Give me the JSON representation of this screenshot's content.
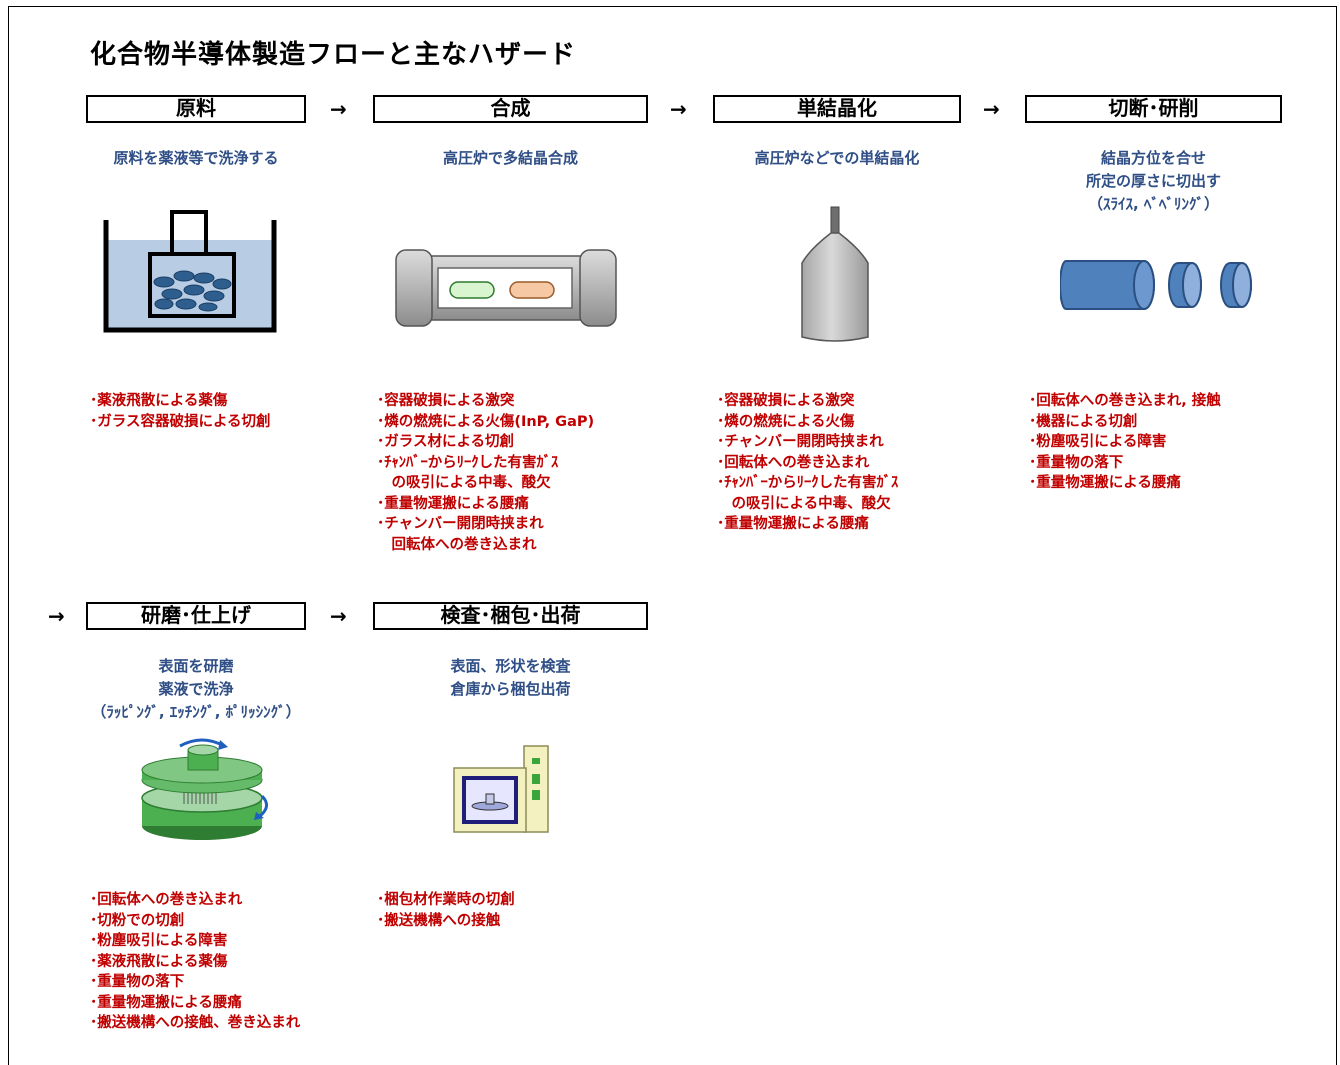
{
  "title": "化合物半導体製造フローと主なハザード",
  "arrow_glyph": "→",
  "stages": [
    {
      "name": "原料",
      "description": [
        "原料を薬液等で洗浄する"
      ],
      "hazards": [
        "･薬液飛散による薬傷",
        "･ガラス容器破損による切創"
      ]
    },
    {
      "name": "合成",
      "description": [
        "高圧炉で多結晶合成"
      ],
      "hazards": [
        "･容器破損による激突",
        "･燐の燃焼による火傷(InP, GaP)",
        "･ガラス材による切創",
        "･ﾁｬﾝﾊﾞｰからﾘｰｸした有害ｶﾞｽ",
        "　の吸引による中毒、酸欠",
        "･重量物運搬による腰痛",
        "･チャンバー開閉時挟まれ",
        "　回転体への巻き込まれ"
      ]
    },
    {
      "name": "単結晶化",
      "description": [
        "高圧炉などでの単結晶化"
      ],
      "hazards": [
        "･容器破損による激突",
        "･燐の燃焼による火傷",
        "･チャンバー開閉時挟まれ",
        "･回転体への巻き込まれ",
        "･ﾁｬﾝﾊﾞｰからﾘｰｸした有害ｶﾞｽ",
        "　の吸引による中毒、酸欠",
        "･重量物運搬による腰痛"
      ]
    },
    {
      "name": "切断･研削",
      "description": [
        "結晶方位を合せ",
        "所定の厚さに切出す",
        "（ｽﾗｲｽ, ﾍﾞﾍﾞﾘﾝｸﾞ）"
      ],
      "hazards": [
        "･回転体への巻き込まれ, 接触",
        "･機器による切創",
        "･粉塵吸引による障害",
        "･重量物の落下",
        "･重量物運搬による腰痛"
      ]
    },
    {
      "name": "研磨･仕上げ",
      "description": [
        "表面を研磨",
        "薬液で洗浄",
        "（ﾗｯﾋﾟﾝｸﾞ, ｴｯﾁﾝｸﾞ, ﾎﾟﾘｯｼﾝｸﾞ）"
      ],
      "hazards": [
        "･回転体への巻き込まれ",
        "･切粉での切創",
        "･粉塵吸引による障害",
        "･薬液飛散による薬傷",
        "･重量物の落下",
        "･重量物運搬による腰痛",
        "･搬送機構への接触、巻き込まれ"
      ]
    },
    {
      "name": "検査･梱包･出荷",
      "description": [
        "表面、形状を検査",
        "倉庫から梱包出荷"
      ],
      "hazards": [
        "･梱包材作業時の切創",
        "･搬送機構への接触"
      ]
    }
  ],
  "colors": {
    "hazard_text": "#c00000",
    "description_text": "#2f4f86",
    "liquid_blue": "#b8cce4",
    "wafer_blue": "#4f81bd",
    "polisher_green": "#4caf50"
  },
  "icons": [
    "beaker-cleaning-icon",
    "synthesis-furnace-icon",
    "single-crystal-ingot-icon",
    "ingot-slicing-icon",
    "polishing-machine-icon",
    "inspection-machine-icon"
  ]
}
